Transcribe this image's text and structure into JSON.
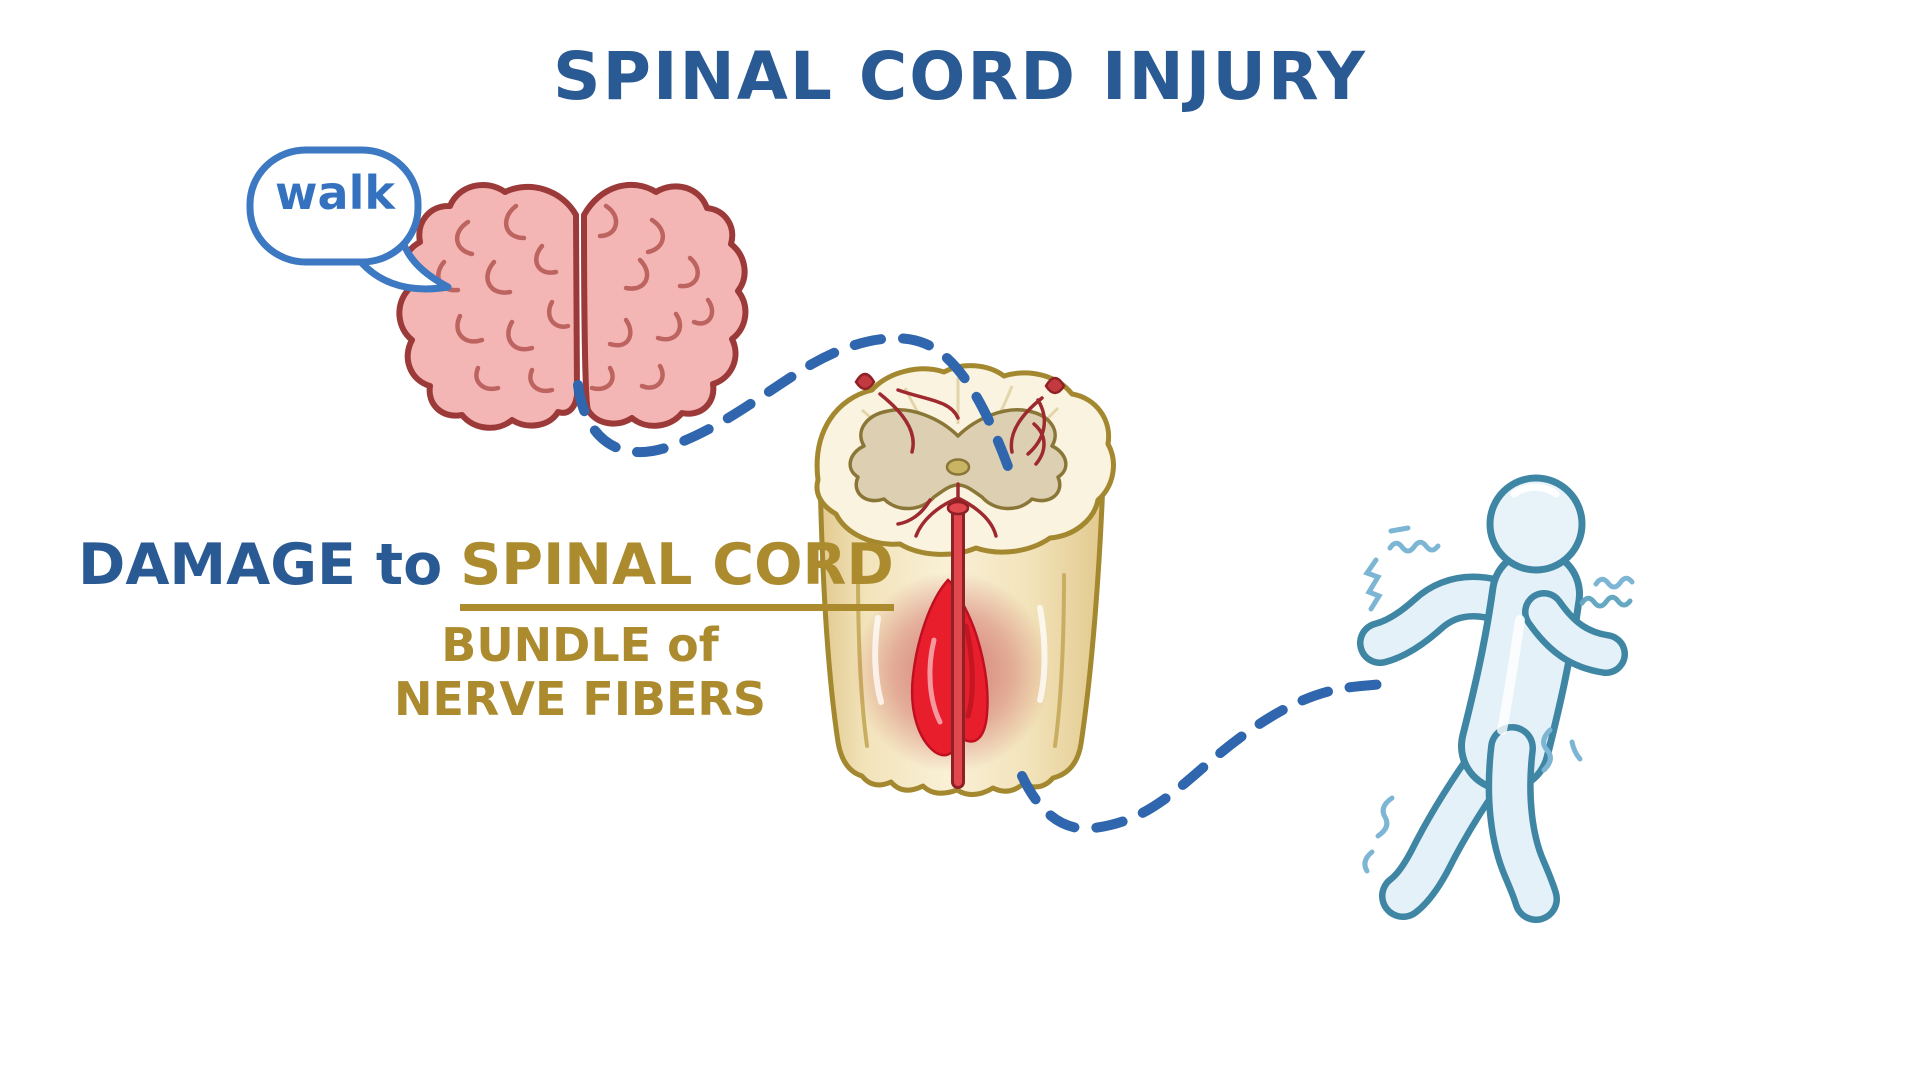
{
  "title": "SPINAL CORD INJURY",
  "speech_bubble": {
    "text": "walk"
  },
  "caption": {
    "prefix": "DAMAGE to",
    "highlight": "SPINAL CORD",
    "subtitle_line1": "BUNDLE of",
    "subtitle_line2": "NERVE FIBERS"
  },
  "figures": {
    "brain": "brain-illustration",
    "spinal_cord": "spinal-cord-cross-section-with-lesion",
    "person": "walking-person-figure-with-tremors",
    "connector1": "dashed-path-brain-to-spinal-cord",
    "connector2": "dashed-path-spinal-cord-to-person"
  },
  "colors": {
    "title_blue": "#2a5a93",
    "bubble_blue": "#3d79c2",
    "connector_blue": "#2f66ad",
    "gold_text": "#ab8b2e",
    "brain_pink": "#f3b6b4",
    "brain_outline": "#9c3a3a",
    "cord_cream": "#f6ecca",
    "cord_outline": "#a3882f",
    "lesion_red": "#e81e2c",
    "person_fill": "#e4f1f8",
    "person_outline": "#3f86a4"
  }
}
